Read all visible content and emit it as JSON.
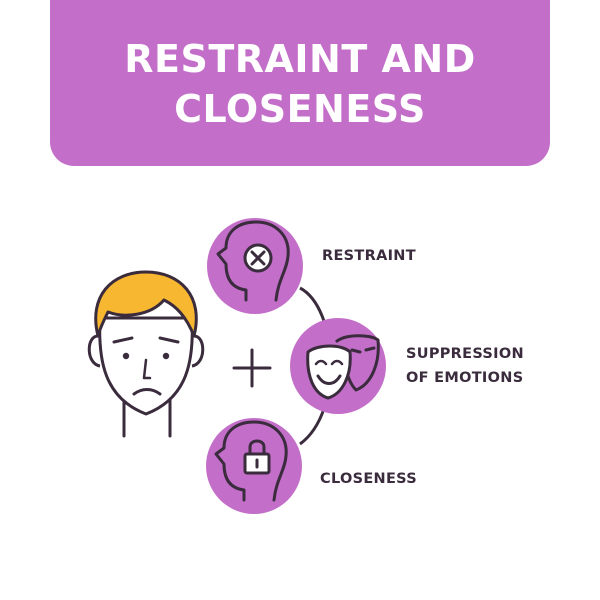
{
  "banner": {
    "title_line1": "RESTRAINT AND",
    "title_line2": "CLOSENESS"
  },
  "items": [
    {
      "label_line1": "RESTRAINT",
      "icon": "head-x-icon"
    },
    {
      "label_line1": "SUPPRESSION",
      "label_line2": "OF EMOTIONS",
      "icon": "theater-masks-icon"
    },
    {
      "label_line1": "CLOSENESS",
      "icon": "head-lock-icon"
    }
  ],
  "colors": {
    "accent": "#c36fc9",
    "outline": "#3a2b3d",
    "hair": "#f7b731",
    "background": "#ffffff"
  }
}
